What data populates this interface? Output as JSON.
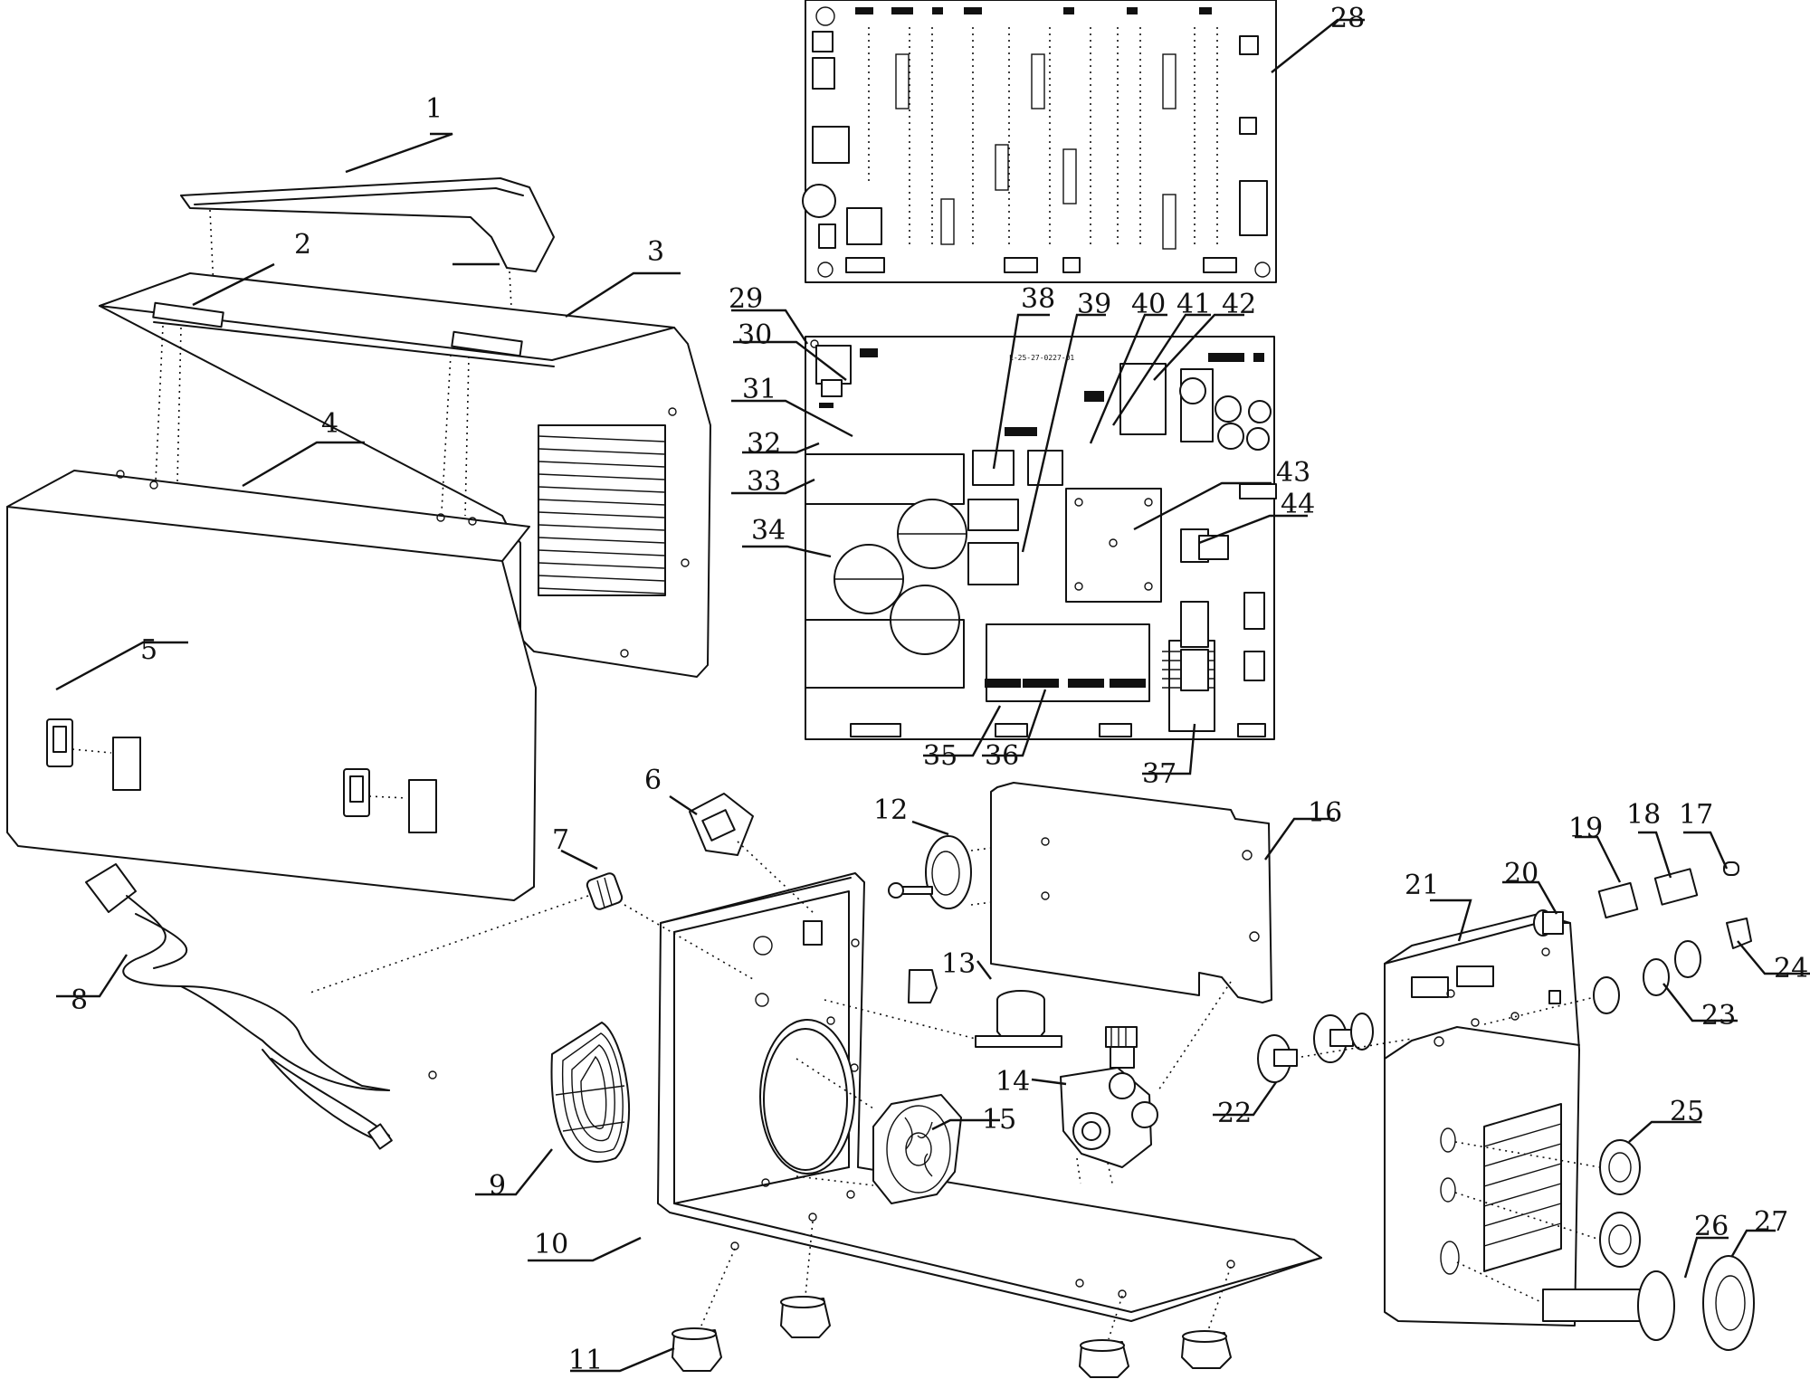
{
  "diagram": {
    "part_labels": [
      "1",
      "2",
      "3",
      "4",
      "5",
      "6",
      "7",
      "8",
      "9",
      "10",
      "11",
      "12",
      "13",
      "14",
      "15",
      "16",
      "17",
      "18",
      "19",
      "20",
      "21",
      "22",
      "23",
      "24",
      "25",
      "26",
      "27",
      "28",
      "29",
      "30",
      "31",
      "32",
      "33",
      "34",
      "35",
      "36",
      "37",
      "38",
      "39",
      "40",
      "41",
      "42",
      "43",
      "44"
    ]
  }
}
